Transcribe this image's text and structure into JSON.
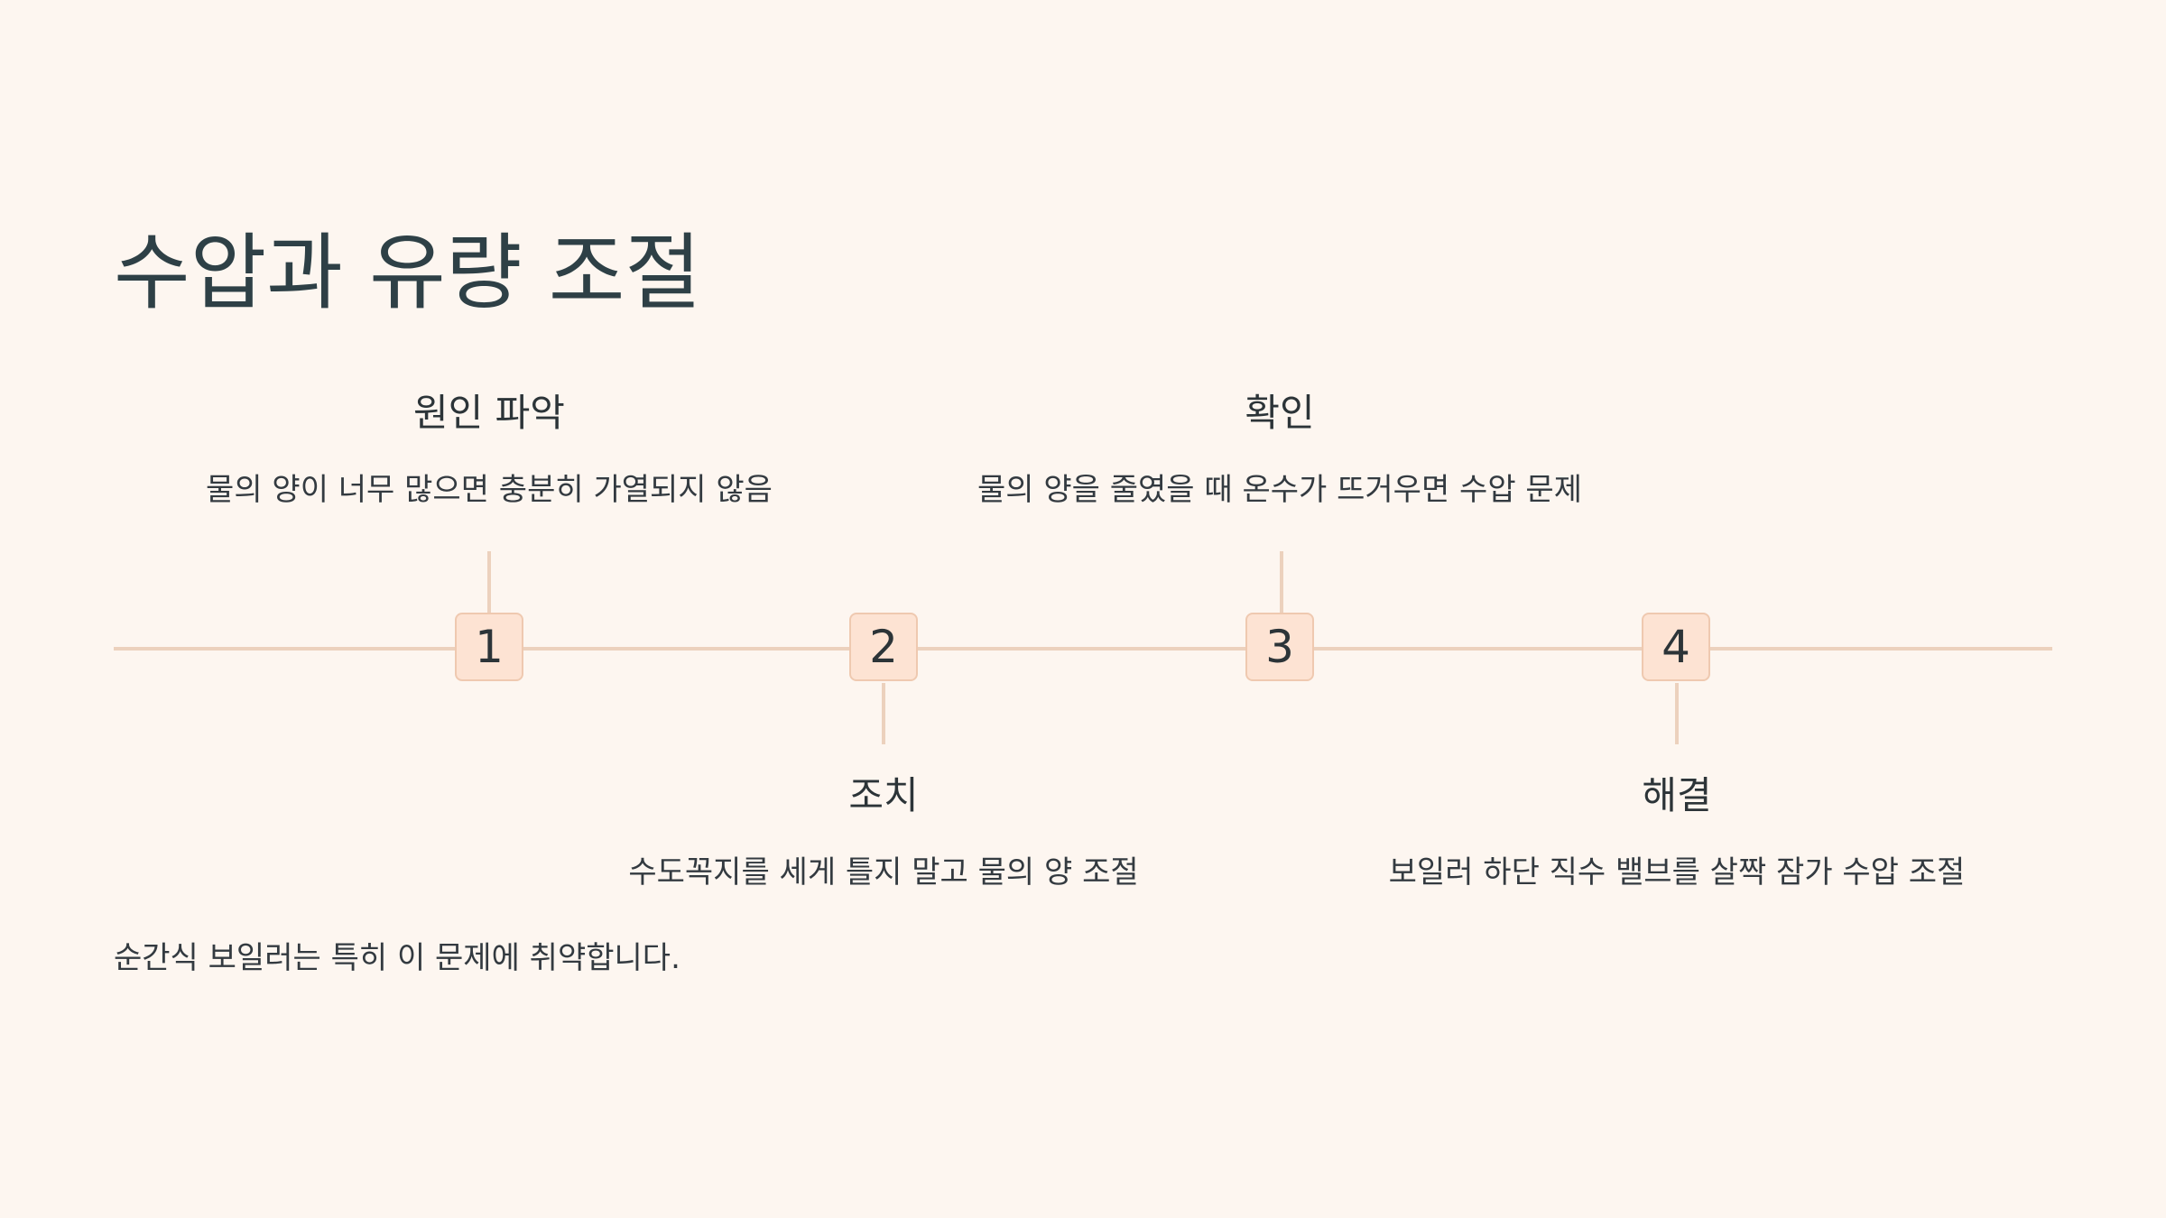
{
  "slide": {
    "title": "수압과 유량 조절",
    "footnote": "순간식 보일러는 특히 이 문제에 취약합니다."
  },
  "timeline": {
    "steps": [
      {
        "number": "1",
        "heading": "원인 파악",
        "description": "물의 양이 너무 많으면 충분히 가열되지 않음",
        "position": "above"
      },
      {
        "number": "2",
        "heading": "조치",
        "description": "수도꼭지를 세게 틀지 말고 물의 양 조절",
        "position": "below"
      },
      {
        "number": "3",
        "heading": "확인",
        "description": "물의 양을 줄였을 때 온수가 뜨거우면 수압 문제",
        "position": "above"
      },
      {
        "number": "4",
        "heading": "해결",
        "description": "보일러 하단 직수 밸브를 살짝 잠가 수압 조절",
        "position": "below"
      }
    ]
  },
  "colors": {
    "background": "#fdf6f0",
    "line": "#ecd1bd",
    "marker_fill": "#fde3d3",
    "marker_border": "#efc9b0",
    "title": "#2e4046",
    "text": "#333a40"
  }
}
